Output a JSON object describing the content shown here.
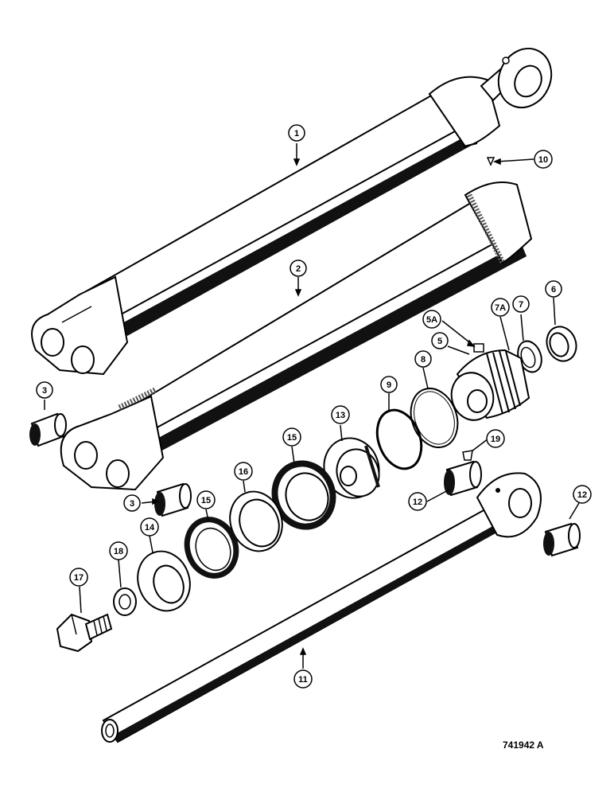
{
  "figure_ref": "741942 A",
  "callouts": [
    "1",
    "2",
    "3",
    "3",
    "5A",
    "5",
    "7A",
    "7",
    "6",
    "10",
    "9",
    "8",
    "13",
    "15",
    "16",
    "15",
    "14",
    "18",
    "17",
    "19",
    "12",
    "12",
    "11"
  ]
}
